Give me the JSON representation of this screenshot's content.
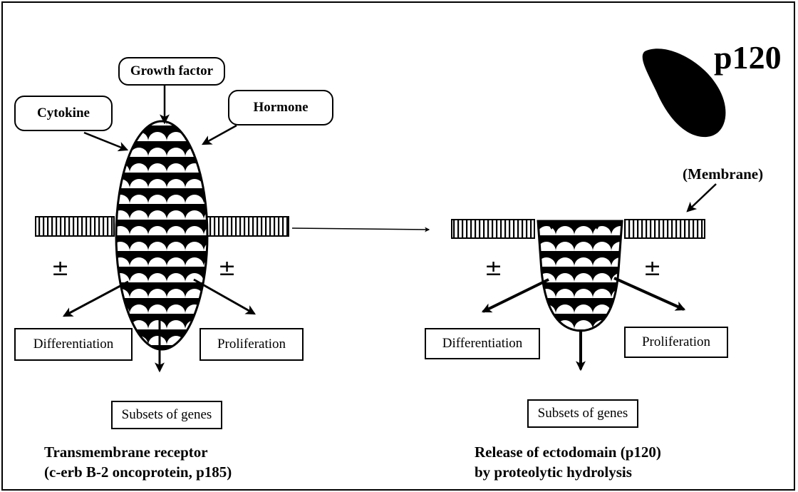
{
  "protein_label": "p120",
  "membrane_label": "(Membrane)",
  "plus_minus": "±",
  "left": {
    "signals": {
      "growth_factor": "Growth factor",
      "cytokine": "Cytokine",
      "hormone": "Hormone"
    },
    "differentiation": "Differentiation",
    "proliferation": "Proliferation",
    "genes": "Subsets of genes",
    "caption_line1": "Transmembrane receptor",
    "caption_line2": "(c-erb B-2 oncoprotein, p185)"
  },
  "right": {
    "differentiation": "Differentiation",
    "proliferation": "Proliferation",
    "genes": "Subsets of genes",
    "caption_line1": "Release of ectodomain (p120)",
    "caption_line2": "by proteolytic hydrolysis"
  }
}
